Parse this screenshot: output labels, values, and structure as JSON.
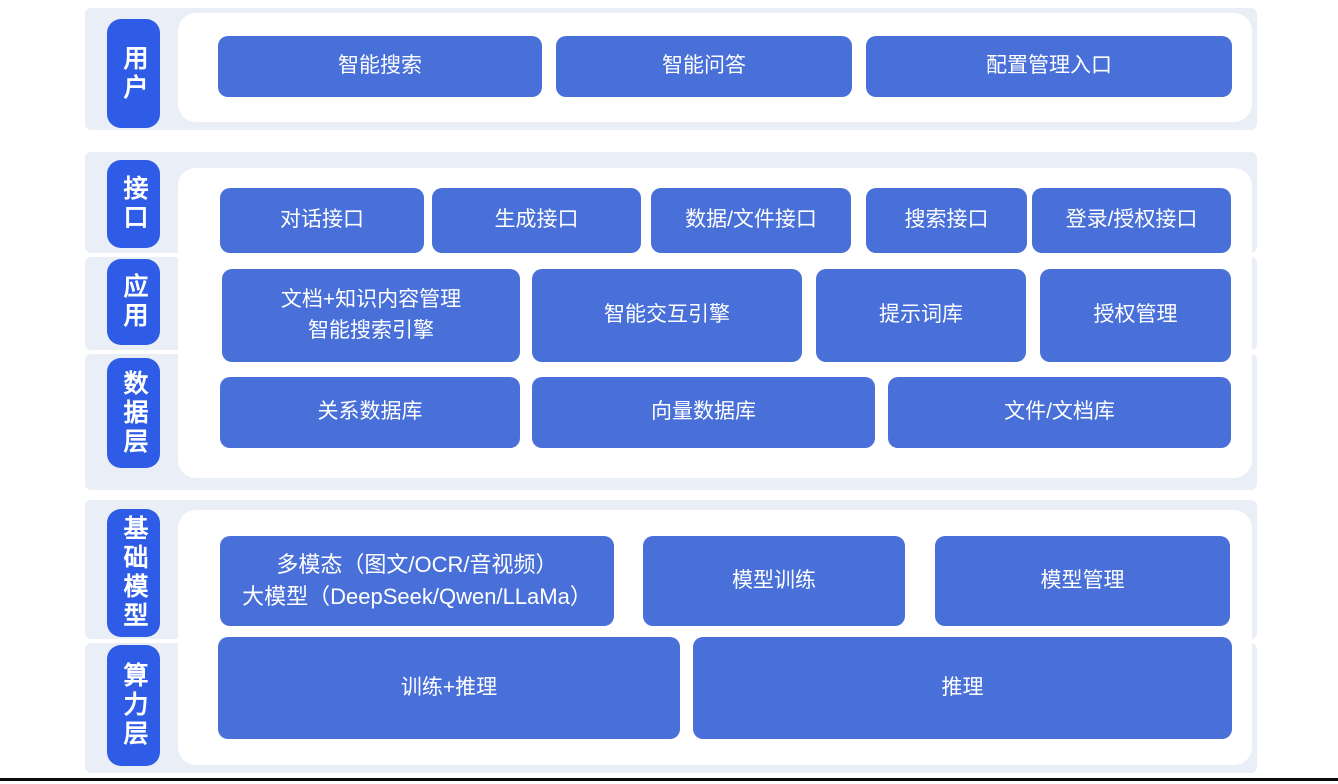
{
  "colors": {
    "section_band_bg": "#e9eef7",
    "panel_bg": "#ffffff",
    "layer_pill_bg": "#2e5ce6",
    "node_bg": "#4970d9",
    "text": "#ffffff",
    "bottom_line": "#0b0b0b"
  },
  "layers": [
    {
      "id": "user",
      "label": "用户",
      "nodes": [
        "智能搜索",
        "智能问答",
        "配置管理入口"
      ]
    },
    {
      "id": "interface",
      "label": "接口",
      "nodes": [
        "对话接口",
        "生成接口",
        "数据/文件接口",
        "搜索接口",
        "登录/授权接口"
      ]
    },
    {
      "id": "application",
      "label": "应用",
      "nodes": [
        "文档+知识内容管理\n智能搜索引擎",
        "智能交互引擎",
        "提示词库",
        "授权管理"
      ]
    },
    {
      "id": "data-layer",
      "label": "数据层",
      "nodes": [
        "关系数据库",
        "向量数据库",
        "文件/文档库"
      ]
    },
    {
      "id": "foundation-model",
      "label": "基础模型",
      "nodes": [
        "多模态（图文/OCR/音视频）\n大模型（DeepSeek/Qwen/LLaMa）",
        "模型训练",
        "模型管理"
      ]
    },
    {
      "id": "compute-layer",
      "label": "算力层",
      "nodes": [
        "训练+推理",
        "推理"
      ]
    }
  ]
}
